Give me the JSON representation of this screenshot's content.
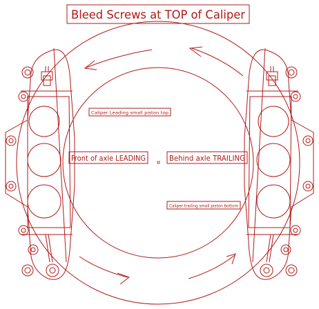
{
  "diagram": {
    "title": "Bleed Screws at TOP of Caliper",
    "labels": {
      "front": "Front of axle LEADING",
      "behind": "Behind axle TRAILING",
      "leading_note": "Caliper Leading small piston top",
      "trailing_note": "Caliper trailing small piston bottom"
    },
    "line_color": "#b01818",
    "elements": {
      "rotor_outer": "outer-rotor-circle",
      "rotor_inner": "inner-rotor-circle",
      "caliper_left": "left-caliper",
      "caliper_right": "right-caliper",
      "rotation_arrows": [
        "arrow-top-left",
        "arrow-top-right",
        "arrow-bottom-left",
        "arrow-bottom-right"
      ],
      "center_mark": "axle-center-mark"
    }
  }
}
